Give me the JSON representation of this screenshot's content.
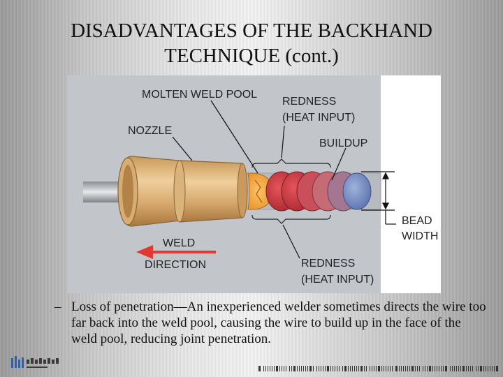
{
  "slide": {
    "title_line1": "DISADVANTAGES OF THE BACKHAND",
    "title_line2": "TECHNIQUE (cont.)"
  },
  "figure": {
    "labels": {
      "molten_weld_pool": "MOLTEN WELD POOL",
      "nozzle": "NOZZLE",
      "redness_top_1": "REDNESS",
      "redness_top_2": "(HEAT INPUT)",
      "buildup": "BUILDUP",
      "bead_1": "BEAD",
      "bead_2": "WIDTH",
      "weld_1": "WELD",
      "weld_2": "DIRECTION",
      "redness_bottom_1": "REDNESS",
      "redness_bottom_2": "(HEAT INPUT)"
    },
    "colors": {
      "panel": "#c2c6cb",
      "nozzle": "#d9b27c",
      "weld_pool": "#f2a23a",
      "bead_red": "#c8363d",
      "bead_blue": "#6d86c0",
      "arrow": "#e0392f"
    }
  },
  "bullet": {
    "dash": "–",
    "text": "Loss of penetration—An inexperienced welder sometimes directs the wire too far back into the weld pool, causing the wire to build up in the face of the weld pool, reducing joint penetration."
  },
  "icons": {
    "logo": "publisher-logo-icon",
    "footer": "footer-barcode-strip"
  }
}
